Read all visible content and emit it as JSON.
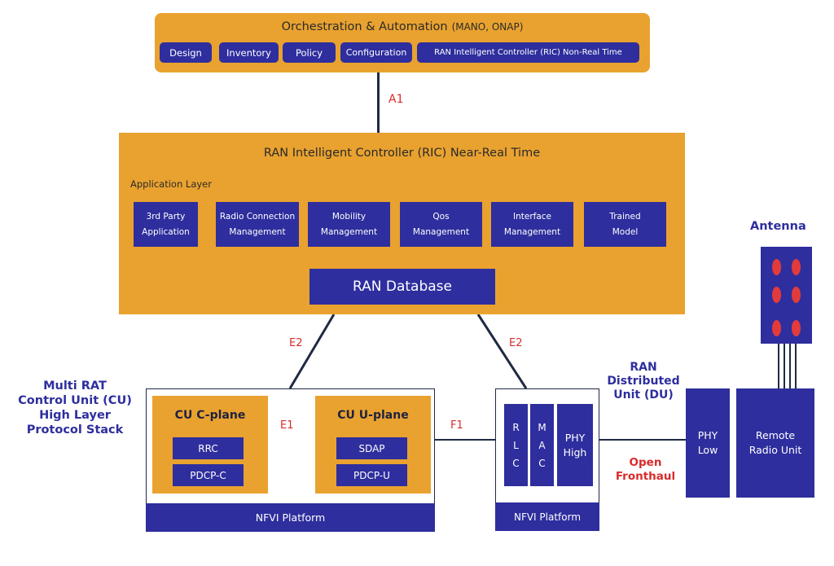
{
  "orchestration": {
    "title": "Orchestration & Automation",
    "subtitle": "(MANO, ONAP)",
    "buttons": [
      "Design",
      "Inventory",
      "Policy",
      "Configuration",
      "RAN Intelligent Controller (RIC) Non-Real Time"
    ]
  },
  "interfaces": {
    "a1": "A1",
    "e2_left": "E2",
    "e2_right": "E2",
    "e1": "E1",
    "f1": "F1"
  },
  "ric": {
    "title": "RAN Intelligent Controller (RIC) Near-Real Time",
    "app_layer_label": "Application Layer",
    "apps": [
      {
        "line1": "3rd Party",
        "line2": "Application"
      },
      {
        "line1": "Radio Connection",
        "line2": "Management"
      },
      {
        "line1": "Mobility",
        "line2": "Management"
      },
      {
        "line1": "Qos",
        "line2": "Management"
      },
      {
        "line1": "Interface",
        "line2": "Management"
      },
      {
        "line1": "Trained",
        "line2": "Model"
      }
    ],
    "database": "RAN Database"
  },
  "cu": {
    "label_lines": [
      "Multi RAT",
      "Control Unit (CU)",
      "High Layer",
      "Protocol Stack"
    ],
    "c_plane": {
      "title": "CU C-plane",
      "blocks": [
        "RRC",
        "PDCP-C"
      ]
    },
    "u_plane": {
      "title": "CU U-plane",
      "blocks": [
        "SDAP",
        "PDCP-U"
      ]
    },
    "platform": "NFVI Platform"
  },
  "du": {
    "label_lines": [
      "RAN",
      "Distributed",
      "Unit (DU)"
    ],
    "rlc": [
      "R",
      "L",
      "C"
    ],
    "mac": [
      "M",
      "A",
      "C"
    ],
    "phy_high": [
      "PHY",
      "High"
    ],
    "platform": "NFVI Platform"
  },
  "fronthaul": {
    "lines": [
      "Open",
      "Fronthaul"
    ]
  },
  "phy_low": [
    "PHY",
    "Low"
  ],
  "rru": [
    "Remote",
    "Radio Unit"
  ],
  "antenna": {
    "label": "Antenna"
  },
  "colors": {
    "orange": "#E9A22F",
    "navy": "#2E2E9E",
    "red": "#D92B2B",
    "line": "#1f2a44"
  }
}
